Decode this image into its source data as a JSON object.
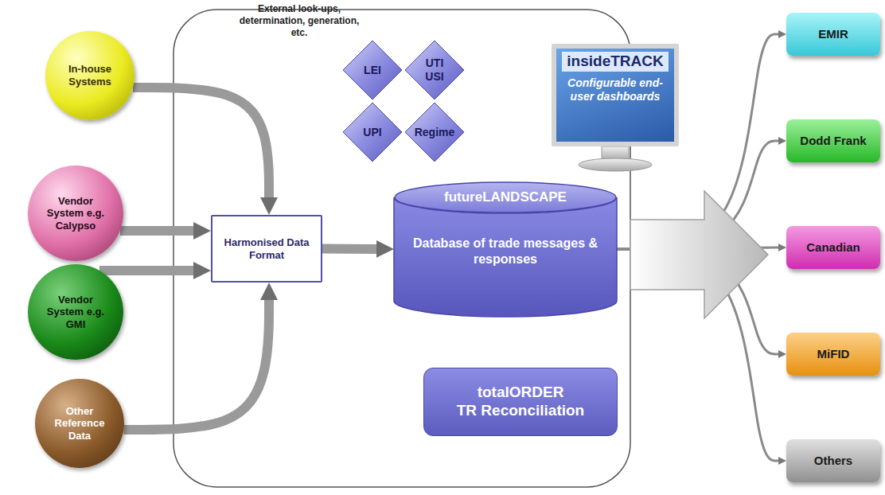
{
  "diagram": {
    "nodes": [
      {
        "text": [
          "In-house Systems"
        ]
      },
      {
        "text": [
          "Vendor System e.g. Calypso"
        ]
      },
      {
        "text": [
          "Vendor System e.g. GMI"
        ]
      },
      {
        "text": [
          "Other Reference Data"
        ]
      },
      {
        "text": [
          "Harmonised Data Format"
        ]
      },
      {
        "text": [
          "LEI"
        ]
      },
      {
        "text": [
          "UTI USI"
        ]
      },
      {
        "text": [
          "UPI"
        ]
      },
      {
        "text": [
          "Regime"
        ]
      },
      {
        "text": [
          "insideTRACK",
          "Configurable end-user dashboards"
        ]
      },
      {
        "text": [
          "futureLANDSCAPE",
          "Database of trade messages & responses"
        ]
      },
      {
        "text": [
          "totalORDER",
          "TR Reconciliation"
        ]
      },
      {
        "text": [
          "EMIR"
        ]
      },
      {
        "text": [
          "Dodd Frank"
        ]
      },
      {
        "text": [
          "Canadian"
        ]
      },
      {
        "text": [
          "MiFID"
        ]
      },
      {
        "text": [
          "Others"
        ]
      }
    ],
    "edges": [
      {
        "from": 0,
        "to": 4,
        "arrow": "to"
      },
      {
        "from": 1,
        "to": 4,
        "arrow": "to"
      },
      {
        "from": 2,
        "to": 4,
        "arrow": "to"
      },
      {
        "from": 3,
        "to": 4,
        "arrow": "to"
      },
      {
        "from": 4,
        "to": 10,
        "arrow": "to"
      },
      {
        "from": 10,
        "to": 12,
        "arrow": "to"
      },
      {
        "from": 10,
        "to": 13,
        "arrow": "to"
      },
      {
        "from": 10,
        "to": 14,
        "arrow": "to"
      },
      {
        "from": 10,
        "to": 15,
        "arrow": "to"
      },
      {
        "from": 10,
        "to": 16,
        "arrow": "to"
      }
    ],
    "labels": [
      "External look-ups, determination, generation, etc."
    ]
  }
}
